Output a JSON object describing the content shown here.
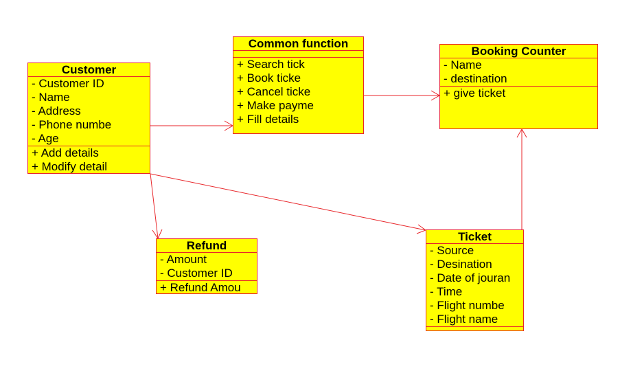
{
  "colors": {
    "class_fill": "#ffff00",
    "line": "#e8262a",
    "text": "#000000"
  },
  "classes": {
    "customer": {
      "name": "Customer",
      "attributes": [
        "- Customer ID",
        "- Name",
        "- Address",
        "- Phone numbe",
        "- Age"
      ],
      "operations": [
        "+ Add details",
        "+ Modify detail"
      ]
    },
    "common_function": {
      "name": "Common function",
      "attributes": [],
      "operations": [
        "+ Search tick",
        "+ Book ticke",
        "+ Cancel ticke",
        "+ Make payme",
        "+ Fill details"
      ]
    },
    "booking_counter": {
      "name": "Booking Counter",
      "attributes": [
        "- Name",
        "- destination"
      ],
      "operations": [
        "+ give ticket"
      ]
    },
    "refund": {
      "name": "Refund",
      "attributes": [
        "- Amount",
        "- Customer ID"
      ],
      "operations": [
        "+ Refund Amou"
      ]
    },
    "ticket": {
      "name": "Ticket",
      "attributes": [
        "- Source",
        "- Desination",
        "- Date of jouran",
        "- Time",
        "- Flight numbe",
        "- Flight name"
      ],
      "operations": []
    }
  },
  "associations": [
    {
      "from": "Customer",
      "to": "Common function"
    },
    {
      "from": "Common function",
      "to": "Booking Counter"
    },
    {
      "from": "Customer",
      "to": "Refund"
    },
    {
      "from": "Customer",
      "to": "Ticket"
    },
    {
      "from": "Ticket",
      "to": "Booking Counter"
    }
  ]
}
